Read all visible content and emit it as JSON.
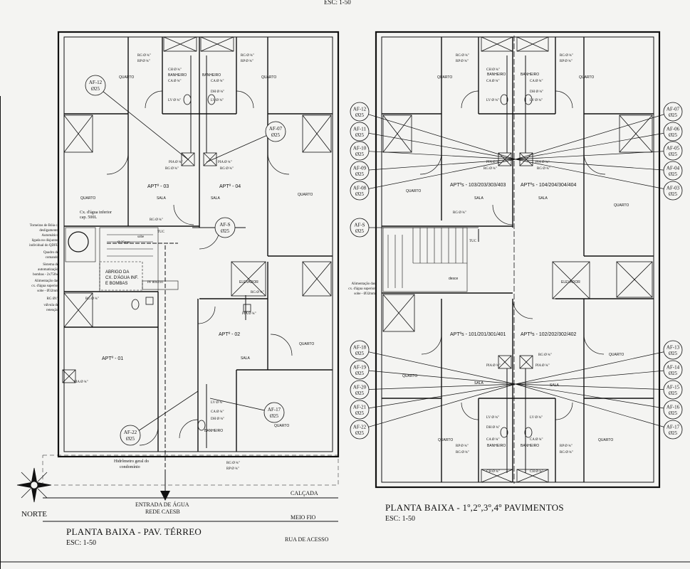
{
  "top_scale": "ESC: 1-50",
  "left": {
    "title": "PLANTA BAIXA - PAV. TÉRREO",
    "scale": "ESC: 1-50",
    "north": "NORTE",
    "street": "RUA DE ACESSO",
    "sidewalk": "CALÇADA",
    "curb": "MEIO FIO",
    "water_entry": [
      "ENTRADA DE ÁGUA",
      "REDE CAESB"
    ],
    "hydrometer": [
      "Hidrômetro geral do",
      "condomínio"
    ],
    "apartments": [
      "APTº - 01",
      "APTº - 02",
      "APTº - 03",
      "APTº - 04"
    ],
    "rooms": {
      "quarto": "QUARTO",
      "sala": "SALA",
      "banheiro": "BANHEIRO",
      "elevador": "ELEVADOR"
    },
    "shelter": [
      "ABRIGO DA",
      "CX. D'ÁGUA INF.",
      "E BOMBAS"
    ],
    "tank_note": [
      "Cx. d'água inferior",
      "cap. 500L"
    ],
    "side_notes": [
      "Torneiras de Bóia c/",
      "desligamento",
      "Automático",
      "ligada no disjuntor",
      "individual do QDFL",
      "Quadro de",
      "comando",
      "Sistema de",
      "automatização",
      "bombas - 2x750w",
      "Alimentação das",
      "cx. d'água superior",
      "sobe - Ø32mm",
      "RG Ø1\"",
      "válvula de",
      "retenção"
    ],
    "pf": "PF 80x210",
    "tuc": "TUC",
    "sobe": "sobe",
    "tags": [
      {
        "name": "AF-12",
        "dia": "Ø25"
      },
      {
        "name": "AF-07",
        "dia": "Ø25"
      },
      {
        "name": "AF-S",
        "dia": "Ø25"
      },
      {
        "name": "AF-17",
        "dia": "Ø25"
      },
      {
        "name": "AF-22",
        "dia": "Ø25"
      }
    ],
    "fixtures": [
      "RG Ø ¾\"",
      "RP Ø ¾\"",
      "CH Ø ¾\"",
      "CA Ø ¾\"",
      "DH Ø ¾\"",
      "LV Ø ¾\"",
      "PIA Ø ¾\"",
      "Ø 32mm",
      "Ø 25mm"
    ]
  },
  "right": {
    "title": "PLANTA BAIXA - 1º,2º,3º,4º PAVIMENTOS",
    "scale": "ESC: 1-50",
    "apartments": [
      "APTºs - 103/203/303/403",
      "APTºs - 104/204/304/404",
      "APTºs - 101/201/301/401",
      "APTºs - 102/202/302/402"
    ],
    "feed_note": [
      "Alimentação das",
      "cx. d'água superior",
      "sobe - Ø32mm"
    ],
    "desce": "desce",
    "tags_left": [
      "AF-12",
      "AF-11",
      "AF-10",
      "AF-09",
      "AF-08",
      "AF-S",
      "AF-18",
      "AF-19",
      "AF-20",
      "AF-21",
      "AF-22"
    ],
    "tags_right": [
      "AF-07",
      "AF-06",
      "AF-05",
      "AF-04",
      "AF-03",
      "AF-13",
      "AF-14",
      "AF-15",
      "AF-16",
      "AF-17"
    ],
    "dia": "Ø25"
  }
}
